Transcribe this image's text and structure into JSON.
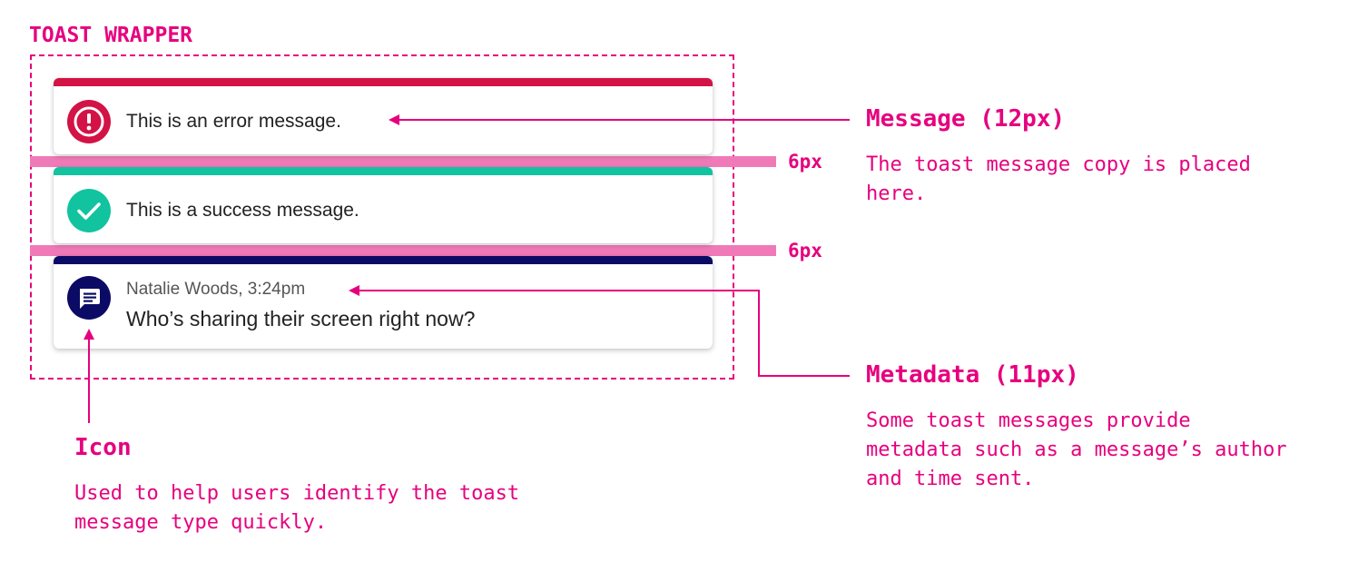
{
  "wrapper_label": "TOAST WRAPPER",
  "toasts": {
    "error": {
      "message": "This is an error message.",
      "icon": "exclamation-icon",
      "color": "#d31245"
    },
    "success": {
      "message": "This is a success message.",
      "icon": "checkmark-icon",
      "color": "#12c3a0"
    },
    "chat": {
      "metadata": "Natalie Woods, 3:24pm",
      "message": "Who’s sharing their screen right now?",
      "icon": "chat-bubble-icon",
      "color": "#0b0b66"
    }
  },
  "gaps": [
    "6px",
    "6px"
  ],
  "annotations": {
    "message": {
      "title": "Message (12px)",
      "desc_lines": [
        "The toast message copy is placed",
        "here."
      ]
    },
    "metadata": {
      "title": "Metadata (11px)",
      "desc_lines": [
        "Some toast messages provide",
        "metadata such as a message’s author",
        "and time sent."
      ]
    },
    "icon": {
      "title": "Icon",
      "desc_lines": [
        "Used to help users identify the toast",
        "message type quickly."
      ]
    }
  },
  "accent_color": "#e6007e"
}
